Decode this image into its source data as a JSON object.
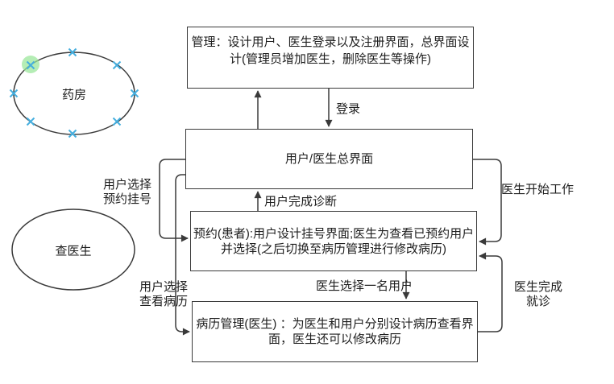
{
  "app": {
    "type": "flowchart-editor-canvas"
  },
  "colors": {
    "stroke": "#3a3a3a",
    "text": "#1d1d1d",
    "handle": "#45aede",
    "highlight": "#98e698",
    "canvas-bg": "#ffffff"
  },
  "nodes": {
    "admin": {
      "line1": "管理：设计用户、医生登录以及注册界面，总界面设",
      "line2": "计(管理员增加医生，删除医生等操作)"
    },
    "main": {
      "label": "用户/医生总界面"
    },
    "appointment": {
      "line1": "预约(患者):用户设计挂号界面;医生为查看已预约用户",
      "line2": "并选择(之后切换至病历管理进行修改病历)"
    },
    "records": {
      "line1": "病历管理(医生) ：为医生和用户分别设计病历查看界",
      "line2": "面，医生还可以修改病历"
    },
    "pharmacy": {
      "label": "药房",
      "selected": true
    },
    "find_doctor": {
      "label": "查医生"
    }
  },
  "edge_labels": {
    "login": "登录",
    "user_done": "用户完成诊断",
    "user_select_appt_l1": "用户选择",
    "user_select_appt_l2": "预约挂号",
    "doctor_start": "医生开始工作",
    "doctor_pick_user": "医生选择一名用户",
    "user_view_records_l1": "用户选择",
    "user_view_records_l2": "查看病历",
    "doctor_finish_l1": "医生完成",
    "doctor_finish_l2": "就诊"
  }
}
